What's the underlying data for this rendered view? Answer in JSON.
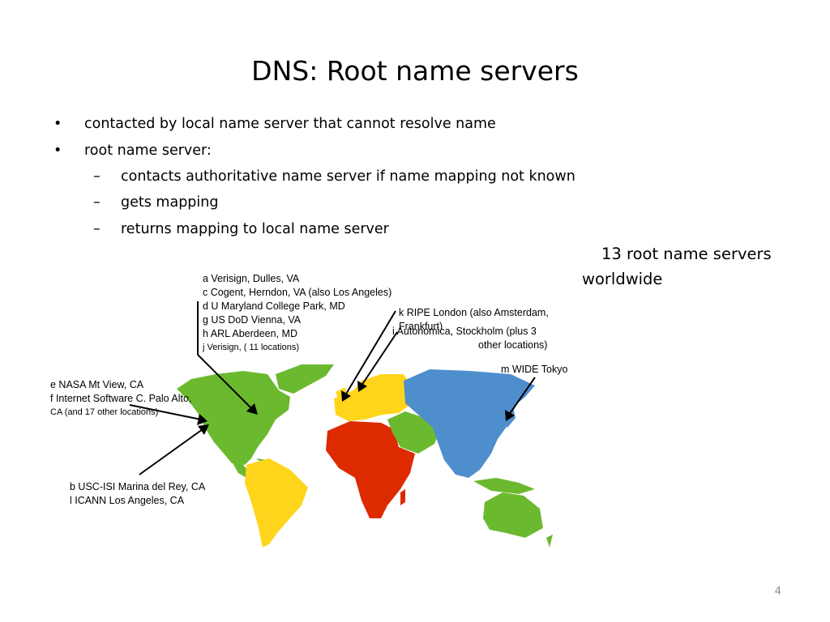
{
  "title": "DNS: Root name servers",
  "bullets": [
    {
      "text": "contacted by local name server that cannot resolve name",
      "marker": "•"
    },
    {
      "text": "root name server:",
      "marker": "•"
    },
    {
      "text": "contacts authoritative name server if name mapping not known",
      "marker": "–"
    },
    {
      "text": "gets mapping",
      "marker": "–"
    },
    {
      "text": "returns mapping to local name server",
      "marker": "–"
    }
  ],
  "note": {
    "line1": "13 root name servers",
    "line2": "worldwide"
  },
  "labels": {
    "east_us": {
      "lines": [
        "a Verisign, Dulles, VA",
        "c Cogent, Herndon, VA (also Los Angeles)",
        "d U Maryland College Park, MD",
        "g US DoD Vienna, VA",
        "h ARL Aberdeen, MD"
      ],
      "last": "j  Verisign, ( 11 locations)"
    },
    "k": {
      "line1": "k RIPE London (also Amsterdam,",
      "line2": "Frankfurt)"
    },
    "i": {
      "line1": "i Autonomica, Stockholm (plus 3",
      "line2": "other locations)"
    },
    "m": "m WIDE Tokyo",
    "west_us": {
      "line1": "e NASA Mt View, CA",
      "line2": "f  Internet Software C. Palo Alto,",
      "line3": "CA (and 17 other locations)"
    },
    "la": {
      "line1": "b USC-ISI Marina del Rey, CA",
      "line2": "l  ICANN Los Angeles, CA"
    }
  },
  "colors": {
    "north_america": "#6bb92f",
    "south_america": "#ffd51c",
    "europe": "#ffd51c",
    "africa": "#dd2a00",
    "middle_east": "#6bb92f",
    "asia": "#4f8ecd",
    "australia": "#6bb92f",
    "arrows": "#000000"
  },
  "page_number": "4"
}
